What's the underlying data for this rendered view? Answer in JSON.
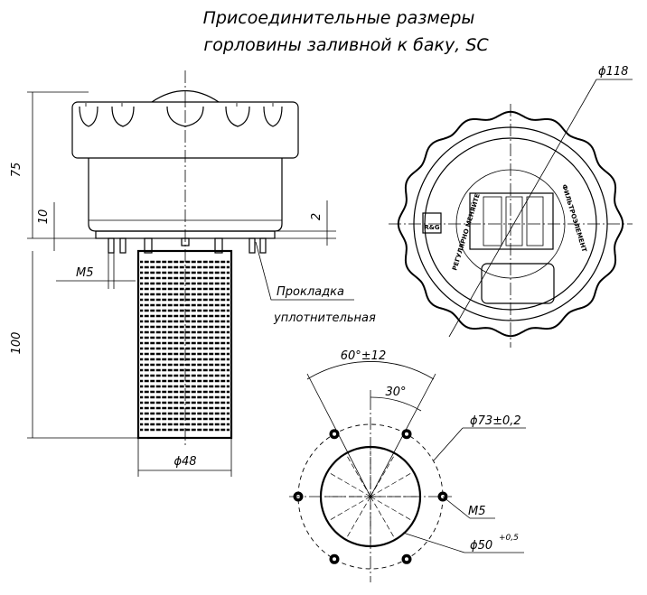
{
  "title": {
    "line1": "Присоединительные размеры",
    "line2": "горловины заливной к баку, SC"
  },
  "dimensions": {
    "height_total": "75",
    "height_flange": "10",
    "gap": "2",
    "bolt_thread": "M5",
    "filter_length": "100",
    "filter_diameter": "ϕ48",
    "cap_diameter": "ϕ118",
    "angle_span": "60°±12",
    "angle_step": "30°",
    "bolt_circle": "ϕ73±0,2",
    "bolt_thread_plan": "M5",
    "hole_diameter": "ϕ50",
    "hole_tolerance": "+0,5"
  },
  "labels": {
    "gasket_line1": "Прокладка",
    "gasket_line2": "уплотнительная"
  },
  "cap_text": {
    "left": "РЕГУЛЯРНО МЕНЯЙТЕ",
    "right": "ФИЛЬТРОЭЛЕМЕНТ",
    "badge": "R&G"
  }
}
